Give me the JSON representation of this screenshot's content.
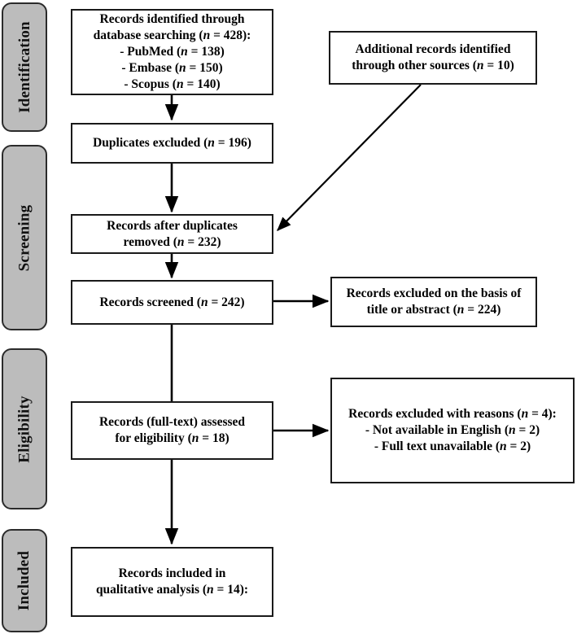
{
  "diagram": {
    "title": "PRISMA study selection flow diagram",
    "type": "flowchart",
    "background_color": "#ffffff",
    "tab_fill_color": "#bcbcbc",
    "tab_border_color": "#2b2b2b",
    "box_border_color": "#1a1a1a",
    "line_color": "#000000"
  },
  "stages": [
    {
      "id": "identification",
      "label": "Identification"
    },
    {
      "id": "screening",
      "label": "Screening"
    },
    {
      "id": "eligibility",
      "label": "Eligibility"
    },
    {
      "id": "included",
      "label": "Included"
    }
  ],
  "boxes": {
    "identified": {
      "text": "Records identified through\ndatabase searching (n = 428):\n- PubMed (n = 138)\n- Embase (n = 150)\n- Scopus (n = 140)",
      "count_total": 428,
      "sources": [
        {
          "name": "PubMed",
          "n": 138
        },
        {
          "name": "Embase",
          "n": 150
        },
        {
          "name": "Scopus",
          "n": 140
        }
      ]
    },
    "additional": {
      "text": "Additional records identified\nthrough other sources (n = 10)",
      "n": 10
    },
    "duplicates_excluded": {
      "text": "Duplicates excluded (n = 196)",
      "n": 196
    },
    "after_duplicates": {
      "text": "Records after duplicates\nremoved (n = 232)",
      "n": 232
    },
    "screened": {
      "text": "Records screened (n = 242)",
      "n": 242
    },
    "excluded_title_abstract": {
      "text": "Records excluded on the basis of\ntitle or abstract (n = 224)",
      "n": 224
    },
    "fulltext_assessed": {
      "text": "Records (full-text) assessed\nfor eligibility (n = 18)",
      "n": 18
    },
    "excluded_with_reasons": {
      "text": "Records excluded with reasons (n = 4):\n- Not available in English (n = 2)\n- Full text unavailable (n = 2)",
      "n": 4,
      "reasons": [
        {
          "reason": "Not available in English",
          "n": 2
        },
        {
          "reason": "Full text unavailable",
          "n": 2
        }
      ]
    },
    "included_qualitative": {
      "text": "Records included in\nqualitative analysis (n = 14):",
      "n": 14
    }
  },
  "connectors": [
    {
      "id": "identified-to-duplicates",
      "from": "identified",
      "to": "duplicates_excluded",
      "kind": "arrow-down"
    },
    {
      "id": "duplicates-to-after",
      "from": "duplicates_excluded",
      "to": "after_duplicates",
      "kind": "arrow-down"
    },
    {
      "id": "additional-to-after",
      "from": "additional",
      "to": "after_duplicates",
      "kind": "arrow-diagonal"
    },
    {
      "id": "after-to-screened",
      "from": "after_duplicates",
      "to": "screened",
      "kind": "arrow-down"
    },
    {
      "id": "screened-to-excluded",
      "from": "screened",
      "to": "excluded_title_abstract",
      "kind": "arrow-right"
    },
    {
      "id": "screened-to-fulltext",
      "from": "screened",
      "to": "fulltext_assessed",
      "kind": "line-down"
    },
    {
      "id": "fulltext-to-reasons",
      "from": "fulltext_assessed",
      "to": "excluded_with_reasons",
      "kind": "arrow-right"
    },
    {
      "id": "fulltext-to-included",
      "from": "fulltext_assessed",
      "to": "included_qualitative",
      "kind": "arrow-down"
    }
  ]
}
